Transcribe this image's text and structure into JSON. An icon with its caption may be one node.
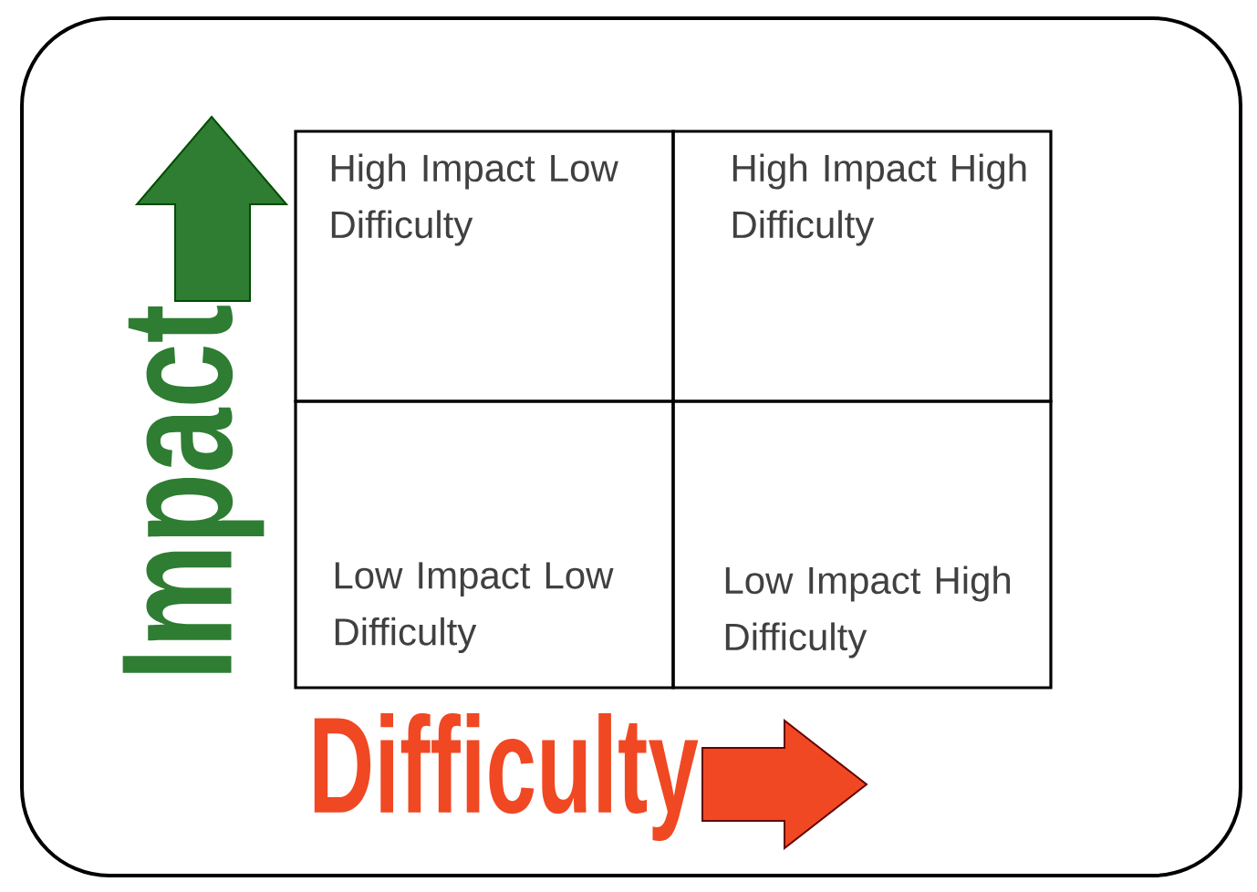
{
  "diagram": {
    "nodes": [
      {
        "text": [
          "High Impact Low Difficulty"
        ]
      },
      {
        "text": [
          "High Impact High Difficulty"
        ]
      },
      {
        "text": [
          "Low Impact Low Difficulty"
        ]
      },
      {
        "text": [
          "Low Impact High Difficulty"
        ]
      }
    ],
    "labels": [
      "Impact",
      "Difficulty"
    ]
  }
}
